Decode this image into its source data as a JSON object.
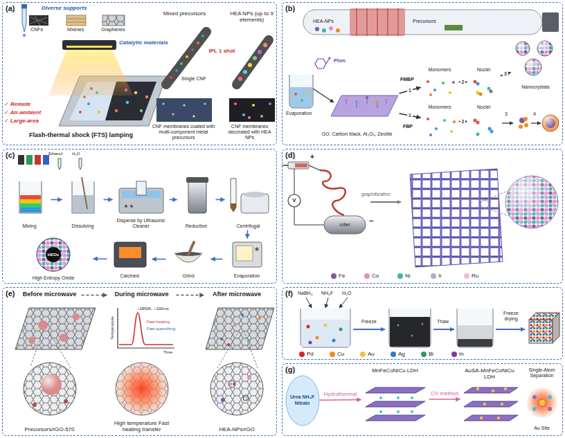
{
  "diagram": {
    "nodes": [
      {
        "text": [
          "(a)"
        ]
      },
      {
        "text": [
          "Mixed precursors"
        ],
        "in": 0
      },
      {
        "text": [
          "HEA NPs (up to 9 elements)"
        ],
        "in": 0
      },
      {
        "text": [
          "CNF membranes coated with multi-component metal precursors"
        ],
        "in": 0
      },
      {
        "text": [
          "CNF membranes decorated with HEA NPs"
        ],
        "in": 0
      },
      {
        "text": [
          "(b)"
        ]
      },
      {
        "text": [
          "GO, Carbon black, Al₂O₃, Zeolite"
        ],
        "in": 5
      },
      {
        "text": [
          "Monomers"
        ],
        "in": 5
      },
      {
        "text": [
          "Nuclei"
        ],
        "in": 5
      },
      {
        "text": [
          "Nanocrystals"
        ],
        "in": 5
      },
      {
        "text": [
          "Monomers"
        ],
        "in": 5
      },
      {
        "text": [
          "Nuclei"
        ],
        "in": 5
      },
      {
        "text": [
          "(c)"
        ]
      },
      {
        "text": [
          "Mixing"
        ],
        "in": 12
      },
      {
        "text": [
          "Dissolving"
        ],
        "in": 12
      },
      {
        "text": [
          "Disperse by Ultrasonic Cleaner"
        ],
        "in": 12
      },
      {
        "text": [
          "Reduction"
        ],
        "in": 12
      },
      {
        "text": [
          "Centrifugal"
        ],
        "in": 12
      },
      {
        "text": [
          "Evaporation"
        ],
        "in": 12
      },
      {
        "text": [
          "Grind"
        ],
        "in": 12
      },
      {
        "text": [
          "Calcined"
        ],
        "in": 12
      },
      {
        "text": [
          "High Entropy Oxide"
        ],
        "in": 12
      },
      {
        "text": [
          "(d)"
        ]
      },
      {
        "text": [
          "(e)"
        ]
      },
      {
        "text": [
          "Before microwave",
          "Precursors/rGO-570"
        ],
        "in": 23
      },
      {
        "text": [
          "During microwave",
          "High temperature Fast heating transfer"
        ],
        "in": 23
      },
      {
        "text": [
          "After microwave",
          "HEA-NPs/rGO"
        ],
        "in": 23
      },
      {
        "text": [
          "(f)"
        ]
      },
      {
        "text": [
          "(g)"
        ]
      },
      {
        "text": [
          "Urea NH₄F Nitrate"
        ],
        "in": 28
      },
      {
        "text": [
          "MnFeCoNiCu LDH"
        ],
        "in": 28
      },
      {
        "text": [
          "AuSA-MnFeCoNiCu LDH"
        ],
        "in": 28
      },
      {
        "text": [
          "Single-Atom Separation",
          "Au Site"
        ],
        "in": 28
      }
    ],
    "edges": [
      {
        "from": 1,
        "to": 2,
        "arrow": "to",
        "label": "IPL 1 shot"
      },
      {
        "from": 6,
        "to": 7,
        "arrow": "to",
        "label": "1"
      },
      {
        "from": 7,
        "to": 8,
        "arrow": "to",
        "label": "2"
      },
      {
        "from": 8,
        "to": 9,
        "arrow": "to",
        "label": "3"
      },
      {
        "from": 6,
        "to": 10,
        "arrow": "to",
        "label": "1"
      },
      {
        "from": 10,
        "to": 11,
        "arrow": "to",
        "label": "2"
      },
      {
        "from": 13,
        "to": 14,
        "arrow": "to"
      },
      {
        "from": 14,
        "to": 15,
        "arrow": "to"
      },
      {
        "from": 15,
        "to": 16,
        "arrow": "to"
      },
      {
        "from": 16,
        "to": 17,
        "arrow": "to"
      },
      {
        "from": 17,
        "to": 18,
        "arrow": "to"
      },
      {
        "from": 18,
        "to": 19,
        "arrow": "to"
      },
      {
        "from": 19,
        "to": 20,
        "arrow": "to"
      },
      {
        "from": 20,
        "to": 21,
        "arrow": "to"
      },
      {
        "from": 24,
        "to": 25,
        "arrow": "to"
      },
      {
        "from": 25,
        "to": 26,
        "arrow": "to"
      },
      {
        "from": 29,
        "to": 30,
        "arrow": "to",
        "label": "Hydrothermal"
      },
      {
        "from": 30,
        "to": 31,
        "arrow": "to",
        "label": "CV method"
      }
    ],
    "labels": [
      "Diverse supports",
      "CNFs",
      "Mxenes",
      "Graphenes",
      "Catalytic materials",
      "Single CNF",
      "✓ Remote",
      "✓ Air-ambient",
      "✓ Large-area",
      "Flash-thermal shock (FTS) lamping",
      "HEA-NPs",
      "Precursors",
      "Phen",
      "Evaporation",
      "FMBP",
      "FBP",
      "3",
      "4",
      "Ethanol",
      "H₂O",
      "HEOs",
      "+",
      "V",
      "roller",
      "−",
      "graphitization",
      "Temperature",
      "Time",
      "~1850K, ~100ms",
      "Fast heating",
      "Fast quenching",
      "NaBH₄",
      "NH₄F",
      "H₂O",
      "Freeze",
      "Thaw",
      "Freeze drying"
    ],
    "legend": [
      {
        "text": "Fe",
        "color": "#7d5ba6"
      },
      {
        "text": "Co",
        "color": "#e58fc0"
      },
      {
        "text": "Ni",
        "color": "#3cb8a8"
      },
      {
        "text": "Ir",
        "color": "#b7a5dc"
      },
      {
        "text": "Ru",
        "color": "#f4bcd8"
      },
      {
        "text": "Pd",
        "color": "#d7262a"
      },
      {
        "text": "Cu",
        "color": "#f28a1e"
      },
      {
        "text": "Au",
        "color": "#f5c342"
      },
      {
        "text": "Ag",
        "color": "#2f7cc4"
      },
      {
        "text": "Bi",
        "color": "#2f9a5b"
      },
      {
        "text": "In",
        "color": "#7b3b9e"
      }
    ]
  }
}
